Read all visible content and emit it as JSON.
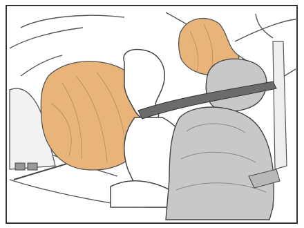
{
  "illustration": {
    "caption": "",
    "colors": {
      "airbag_fill": "#e8b47a",
      "airbag_light": "#f3d2a6",
      "seatbelt": "#6b6b6b",
      "seat": "#c8c8c8",
      "seat_dark": "#a9a9a9",
      "outline": "#444444",
      "background": "#ffffff",
      "frame": "#333333"
    },
    "parts": [
      "front-airbag",
      "side-curtain-airbag",
      "occupant-silhouette",
      "seatbelt",
      "seat",
      "dashboard",
      "b-pillar"
    ]
  }
}
